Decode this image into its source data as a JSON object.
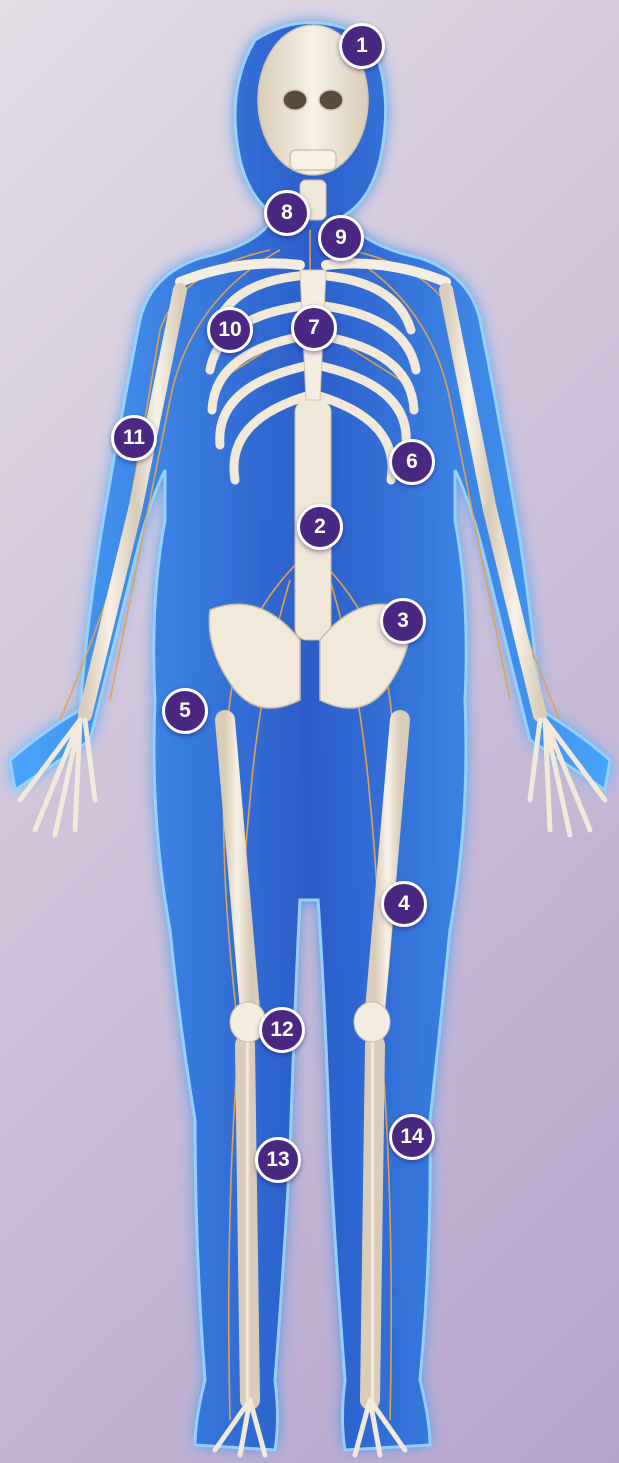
{
  "colors": {
    "background_light": "#e4dde6",
    "background_dark": "#b7a4cc",
    "body_glow": "#1e88ff",
    "body_fill": "#2a63d6",
    "bone": "#f3ece0",
    "bone_shadow": "#d7ccb8",
    "cartilage": "#bfe3d6",
    "nerve": "#e8a24a",
    "marker_fill": "#4a2781",
    "marker_border": "#ffffff"
  },
  "markers": [
    {
      "id": "1",
      "label": "1"
    },
    {
      "id": "2",
      "label": "2"
    },
    {
      "id": "3",
      "label": "3"
    },
    {
      "id": "4",
      "label": "4"
    },
    {
      "id": "5",
      "label": "5"
    },
    {
      "id": "6",
      "label": "6"
    },
    {
      "id": "7",
      "label": "7"
    },
    {
      "id": "8",
      "label": "8"
    },
    {
      "id": "9",
      "label": "9"
    },
    {
      "id": "10",
      "label": "10"
    },
    {
      "id": "11",
      "label": "11"
    },
    {
      "id": "12",
      "label": "12"
    },
    {
      "id": "13",
      "label": "13"
    },
    {
      "id": "14",
      "label": "14"
    }
  ]
}
